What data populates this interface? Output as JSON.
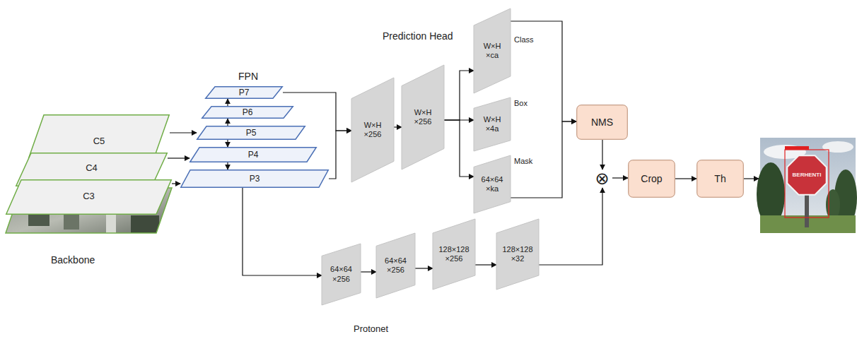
{
  "diagram": {
    "nodes": [
      {
        "text": [
          "C5"
        ]
      },
      {
        "text": [
          "C4"
        ]
      },
      {
        "text": [
          "C3"
        ]
      },
      {
        "text": [
          "P7"
        ]
      },
      {
        "text": [
          "P6"
        ]
      },
      {
        "text": [
          "P5"
        ]
      },
      {
        "text": [
          "P4"
        ]
      },
      {
        "text": [
          "P3"
        ]
      },
      {
        "text": [
          "W×H ×256"
        ]
      },
      {
        "text": [
          "W×H ×256"
        ]
      },
      {
        "text": [
          "Class",
          "W×H ×ca"
        ]
      },
      {
        "text": [
          "Box",
          "W×H ×4a"
        ]
      },
      {
        "text": [
          "Mask",
          "64×64 ×ka"
        ]
      },
      {
        "text": [
          "NMS"
        ]
      },
      {
        "text": [
          "⊗"
        ]
      },
      {
        "text": [
          "Crop"
        ]
      },
      {
        "text": [
          "Th"
        ]
      },
      {
        "text": [
          "64×64 ×256"
        ]
      },
      {
        "text": [
          "64×64 ×256"
        ]
      },
      {
        "text": [
          "128×128 ×256"
        ]
      },
      {
        "text": [
          "128×128 ×32"
        ]
      }
    ],
    "edges": [
      {
        "from": 0,
        "to": 5,
        "arrow": "to"
      },
      {
        "from": 1,
        "to": 6,
        "arrow": "to"
      },
      {
        "from": 2,
        "to": 7,
        "arrow": "to"
      },
      {
        "from": 4,
        "to": 3,
        "arrow": "to"
      },
      {
        "from": 5,
        "to": 4,
        "arrow": "to"
      },
      {
        "from": 5,
        "to": 6,
        "arrow": "to"
      },
      {
        "from": 6,
        "to": 7,
        "arrow": "to"
      },
      {
        "from": 3,
        "to": 8,
        "arrow": "to"
      },
      {
        "from": 7,
        "to": 8,
        "arrow": "to"
      },
      {
        "from": 8,
        "to": 9,
        "arrow": "to"
      },
      {
        "from": 9,
        "to": 10,
        "arrow": "to"
      },
      {
        "from": 9,
        "to": 11,
        "arrow": "to"
      },
      {
        "from": 9,
        "to": 12,
        "arrow": "to"
      },
      {
        "from": 10,
        "to": 13,
        "arrow": "to"
      },
      {
        "from": 12,
        "to": 13,
        "arrow": "to"
      },
      {
        "from": 13,
        "to": 14,
        "arrow": "to"
      },
      {
        "from": 14,
        "to": 15,
        "arrow": "to"
      },
      {
        "from": 15,
        "to": 16,
        "arrow": "to"
      },
      {
        "from": 7,
        "to": 17,
        "arrow": "to"
      },
      {
        "from": 17,
        "to": 18,
        "arrow": "to"
      },
      {
        "from": 18,
        "to": 19,
        "arrow": "to"
      },
      {
        "from": 19,
        "to": 20,
        "arrow": "to"
      },
      {
        "from": 20,
        "to": 14,
        "arrow": "to"
      }
    ],
    "labels": [
      "Backbone",
      "FPN",
      "Prediction Head",
      "Protonet",
      "BERHENTI"
    ]
  }
}
